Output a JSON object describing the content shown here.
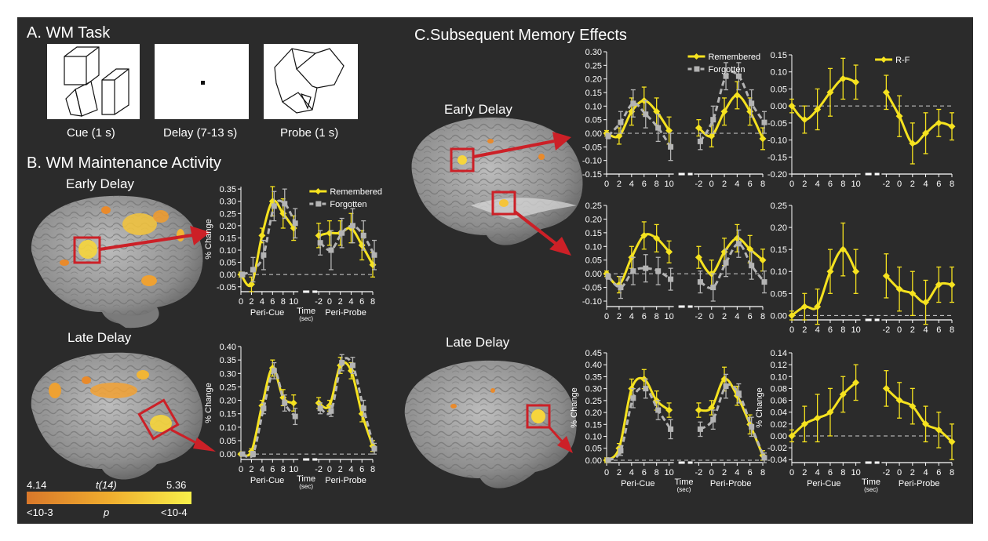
{
  "labels": {
    "panel_a": "A. WM Task",
    "panel_b": "B. WM Maintenance Activity",
    "panel_c": "C.Subsequent Memory Effects",
    "b_early": "Early Delay",
    "b_late": "Late Delay",
    "c_early": "Early Delay",
    "c_late": "Late Delay",
    "cue_caption": "Cue (1 s)",
    "delay_caption": "Delay (7-13 s)",
    "probe_caption": "Probe (1 s)",
    "t_min": "4.14",
    "t_label": "t(14)",
    "t_max": "5.36",
    "p_min": "<10-3",
    "p_label": "p",
    "p_max": "<10-4"
  },
  "colors": {
    "background": "#2b2b2b",
    "remembered": "#f5e21f",
    "forgotten": "#b4b4b4",
    "rf": "#f5e21f",
    "highlight_box": "#cc2027",
    "axis": "#ffffff"
  },
  "chart_data": [
    {
      "type": "line",
      "id": "b1",
      "ylabel": "% Change",
      "yticks": [
        "-0.05",
        "0.00",
        "0.05",
        "0.10",
        "0.15",
        "0.20",
        "0.25",
        "0.30",
        "0.35"
      ],
      "ylim": [
        -0.07,
        0.36
      ],
      "cue_x": [
        "0",
        "2",
        "4",
        "6",
        "8",
        "10"
      ],
      "probe_x": [
        "-2",
        "0",
        "2",
        "4",
        "6",
        "8"
      ],
      "segment_labels": [
        "Peri-Cue",
        "Time",
        "(sec)",
        "Peri-Probe"
      ],
      "legend": [
        "Remembered",
        "Forgotten"
      ],
      "series": [
        {
          "name": "Remembered",
          "style": "remembered",
          "cue": [
            0.0,
            -0.04,
            0.16,
            0.3,
            0.25,
            0.19
          ],
          "probe": [
            0.16,
            0.17,
            0.17,
            0.19,
            0.12,
            0.04
          ],
          "cue_err": [
            0.01,
            0.03,
            0.03,
            0.06,
            0.06,
            0.05
          ],
          "probe_err": [
            0.05,
            0.05,
            0.05,
            0.06,
            0.06,
            0.05
          ]
        },
        {
          "name": "Forgotten",
          "style": "forgotten",
          "cue": [
            0.0,
            0.02,
            0.08,
            0.28,
            0.29,
            0.21
          ],
          "probe": [
            0.13,
            0.1,
            0.17,
            0.2,
            0.16,
            0.08
          ],
          "cue_err": [
            0.01,
            0.05,
            0.06,
            0.06,
            0.06,
            0.06
          ],
          "probe_err": [
            0.05,
            0.08,
            0.06,
            0.07,
            0.06,
            0.06
          ]
        }
      ]
    },
    {
      "type": "line",
      "id": "b2",
      "ylabel": "% Change",
      "yticks": [
        "0.00",
        "0.05",
        "0.10",
        "0.15",
        "0.20",
        "0.25",
        "0.30",
        "0.35",
        "0.40"
      ],
      "ylim": [
        -0.02,
        0.4
      ],
      "cue_x": [
        "0",
        "2",
        "4",
        "6",
        "8",
        "10"
      ],
      "probe_x": [
        "-2",
        "0",
        "2",
        "4",
        "6",
        "8"
      ],
      "segment_labels": [
        "Peri-Cue",
        "Time",
        "(sec)",
        "Peri-Probe"
      ],
      "legend": [],
      "series": [
        {
          "name": "Remembered",
          "style": "remembered",
          "cue": [
            0.0,
            0.01,
            0.18,
            0.32,
            0.21,
            0.19
          ],
          "probe": [
            0.19,
            0.18,
            0.33,
            0.31,
            0.15,
            0.03
          ],
          "cue_err": [
            0.005,
            0.01,
            0.02,
            0.03,
            0.03,
            0.03
          ],
          "probe_err": [
            0.02,
            0.02,
            0.03,
            0.03,
            0.03,
            0.02
          ]
        },
        {
          "name": "Forgotten",
          "style": "forgotten",
          "cue": [
            0.0,
            0.0,
            0.17,
            0.31,
            0.19,
            0.14
          ],
          "probe": [
            0.17,
            0.16,
            0.34,
            0.33,
            0.17,
            0.02
          ],
          "cue_err": [
            0.005,
            0.01,
            0.02,
            0.03,
            0.03,
            0.03
          ],
          "probe_err": [
            0.02,
            0.02,
            0.03,
            0.03,
            0.03,
            0.02
          ]
        }
      ]
    },
    {
      "type": "line",
      "id": "c1",
      "ylabel": "",
      "yticks": [
        "-0.15",
        "-0.10",
        "-0.05",
        "0.00",
        "0.05",
        "0.10",
        "0.15",
        "0.20",
        "0.25",
        "0.30"
      ],
      "ylim": [
        -0.15,
        0.3
      ],
      "cue_x": [
        "0",
        "2",
        "4",
        "6",
        "8",
        "10"
      ],
      "probe_x": [
        "-2",
        "0",
        "2",
        "4",
        "6",
        "8"
      ],
      "segment_labels": [],
      "legend": [
        "Remembered",
        "Forgotten"
      ],
      "series": [
        {
          "name": "Remembered",
          "style": "remembered",
          "cue": [
            0.0,
            -0.01,
            0.08,
            0.12,
            0.08,
            0.01
          ],
          "probe": [
            0.02,
            -0.01,
            0.08,
            0.14,
            0.08,
            -0.02
          ],
          "cue_err": [
            0.01,
            0.03,
            0.05,
            0.05,
            0.05,
            0.05
          ],
          "probe_err": [
            0.03,
            0.04,
            0.05,
            0.05,
            0.05,
            0.04
          ]
        },
        {
          "name": "Forgotten",
          "style": "forgotten",
          "cue": [
            -0.01,
            0.04,
            0.11,
            0.07,
            0.02,
            -0.05
          ],
          "probe": [
            -0.03,
            0.05,
            0.21,
            0.21,
            0.11,
            0.04
          ],
          "cue_err": [
            0.01,
            0.04,
            0.05,
            0.05,
            0.05,
            0.05
          ],
          "probe_err": [
            0.03,
            0.05,
            0.05,
            0.05,
            0.05,
            0.04
          ]
        }
      ]
    },
    {
      "type": "line",
      "id": "c2",
      "ylabel": "",
      "yticks": [
        "-0.20",
        "-0.15",
        "-0.10",
        "-0.05",
        "0.00",
        "0.05",
        "0.10",
        "0.15"
      ],
      "ylim": [
        -0.2,
        0.15
      ],
      "cue_x": [
        "0",
        "2",
        "4",
        "6",
        "8",
        "10"
      ],
      "probe_x": [
        "-2",
        "0",
        "2",
        "4",
        "6",
        "8"
      ],
      "segment_labels": [],
      "legend": [
        "R-F"
      ],
      "series": [
        {
          "name": "R-F",
          "style": "rf",
          "cue": [
            0.0,
            -0.04,
            -0.01,
            0.04,
            0.08,
            0.07
          ],
          "probe": [
            0.04,
            -0.03,
            -0.11,
            -0.08,
            -0.05,
            -0.06
          ],
          "cue_err": [
            0.02,
            0.04,
            0.06,
            0.07,
            0.06,
            0.05
          ],
          "probe_err": [
            0.05,
            0.06,
            0.06,
            0.06,
            0.04,
            0.04
          ]
        }
      ]
    },
    {
      "type": "line",
      "id": "c3",
      "ylabel": "",
      "yticks": [
        "-0.10",
        "-0.05",
        "0.00",
        "0.05",
        "0.10",
        "0.15",
        "0.20",
        "0.25"
      ],
      "ylim": [
        -0.12,
        0.25
      ],
      "cue_x": [
        "0",
        "2",
        "4",
        "6",
        "8",
        "10"
      ],
      "probe_x": [
        "-2",
        "0",
        "2",
        "4",
        "6",
        "8"
      ],
      "segment_labels": [],
      "legend": [],
      "series": [
        {
          "name": "Remembered",
          "style": "remembered",
          "cue": [
            0.0,
            -0.04,
            0.06,
            0.14,
            0.13,
            0.08
          ],
          "probe": [
            0.06,
            0.0,
            0.08,
            0.13,
            0.09,
            0.05
          ],
          "cue_err": [
            0.01,
            0.03,
            0.04,
            0.05,
            0.05,
            0.04
          ],
          "probe_err": [
            0.04,
            0.05,
            0.05,
            0.05,
            0.05,
            0.04
          ]
        },
        {
          "name": "Forgotten",
          "style": "forgotten",
          "cue": [
            -0.01,
            -0.05,
            0.01,
            0.02,
            0.01,
            -0.02
          ],
          "probe": [
            -0.03,
            -0.05,
            0.04,
            0.11,
            0.03,
            -0.03
          ],
          "cue_err": [
            0.01,
            0.04,
            0.05,
            0.05,
            0.05,
            0.04
          ],
          "probe_err": [
            0.04,
            0.05,
            0.05,
            0.05,
            0.05,
            0.04
          ]
        }
      ]
    },
    {
      "type": "line",
      "id": "c4",
      "ylabel": "",
      "yticks": [
        "0.00",
        "0.05",
        "0.10",
        "0.15",
        "0.20",
        "0.25"
      ],
      "ylim": [
        -0.01,
        0.25
      ],
      "cue_x": [
        "0",
        "2",
        "4",
        "6",
        "8",
        "10"
      ],
      "probe_x": [
        "-2",
        "0",
        "2",
        "4",
        "6",
        "8"
      ],
      "segment_labels": [],
      "legend": [],
      "series": [
        {
          "name": "R-F",
          "style": "rf",
          "cue": [
            0.0,
            0.02,
            0.02,
            0.1,
            0.15,
            0.1
          ],
          "probe": [
            0.09,
            0.06,
            0.05,
            0.03,
            0.07,
            0.07
          ],
          "cue_err": [
            0.01,
            0.03,
            0.04,
            0.05,
            0.06,
            0.05
          ],
          "probe_err": [
            0.05,
            0.05,
            0.05,
            0.05,
            0.04,
            0.04
          ]
        }
      ]
    },
    {
      "type": "line",
      "id": "c5",
      "ylabel": "% Change",
      "yticks": [
        "0.00",
        "0.05",
        "0.10",
        "0.15",
        "0.20",
        "0.25",
        "0.30",
        "0.35",
        "0.40",
        "0.45"
      ],
      "ylim": [
        -0.01,
        0.45
      ],
      "cue_x": [
        "0",
        "2",
        "4",
        "6",
        "8",
        "10"
      ],
      "probe_x": [
        "-2",
        "0",
        "2",
        "4",
        "6",
        "8"
      ],
      "segment_labels": [
        "Peri-Cue",
        "Time",
        "(sec)",
        "Peri-Probe"
      ],
      "legend": [],
      "series": [
        {
          "name": "Remembered",
          "style": "remembered",
          "cue": [
            0.0,
            0.05,
            0.3,
            0.34,
            0.25,
            0.21
          ],
          "probe": [
            0.21,
            0.22,
            0.34,
            0.27,
            0.15,
            0.02
          ],
          "cue_err": [
            0.01,
            0.02,
            0.04,
            0.04,
            0.04,
            0.03
          ],
          "probe_err": [
            0.03,
            0.03,
            0.05,
            0.04,
            0.04,
            0.02
          ]
        },
        {
          "name": "Forgotten",
          "style": "forgotten",
          "cue": [
            0.0,
            0.04,
            0.26,
            0.3,
            0.21,
            0.13
          ],
          "probe": [
            0.13,
            0.17,
            0.31,
            0.28,
            0.14,
            0.01
          ],
          "cue_err": [
            0.01,
            0.02,
            0.04,
            0.04,
            0.04,
            0.04
          ],
          "probe_err": [
            0.03,
            0.04,
            0.05,
            0.04,
            0.04,
            0.02
          ]
        }
      ]
    },
    {
      "type": "line",
      "id": "c6",
      "ylabel": "% Change",
      "yticks": [
        "-0.04",
        "-0.02",
        "0.00",
        "0.02",
        "0.04",
        "0.06",
        "0.08",
        "0.10",
        "0.12",
        "0.14"
      ],
      "ylim": [
        -0.045,
        0.14
      ],
      "cue_x": [
        "0",
        "2",
        "4",
        "6",
        "8",
        "10"
      ],
      "probe_x": [
        "-2",
        "0",
        "2",
        "4",
        "6",
        "8"
      ],
      "segment_labels": [
        "Peri-Cue",
        "Time",
        "(sec)",
        "Peri-Probe"
      ],
      "legend": [],
      "series": [
        {
          "name": "R-F",
          "style": "rf",
          "cue": [
            0.0,
            0.02,
            0.03,
            0.04,
            0.07,
            0.09
          ],
          "probe": [
            0.08,
            0.06,
            0.05,
            0.02,
            0.01,
            -0.01
          ],
          "cue_err": [
            0.01,
            0.03,
            0.04,
            0.04,
            0.03,
            0.03
          ],
          "probe_err": [
            0.03,
            0.03,
            0.03,
            0.03,
            0.03,
            0.03
          ]
        }
      ]
    }
  ]
}
